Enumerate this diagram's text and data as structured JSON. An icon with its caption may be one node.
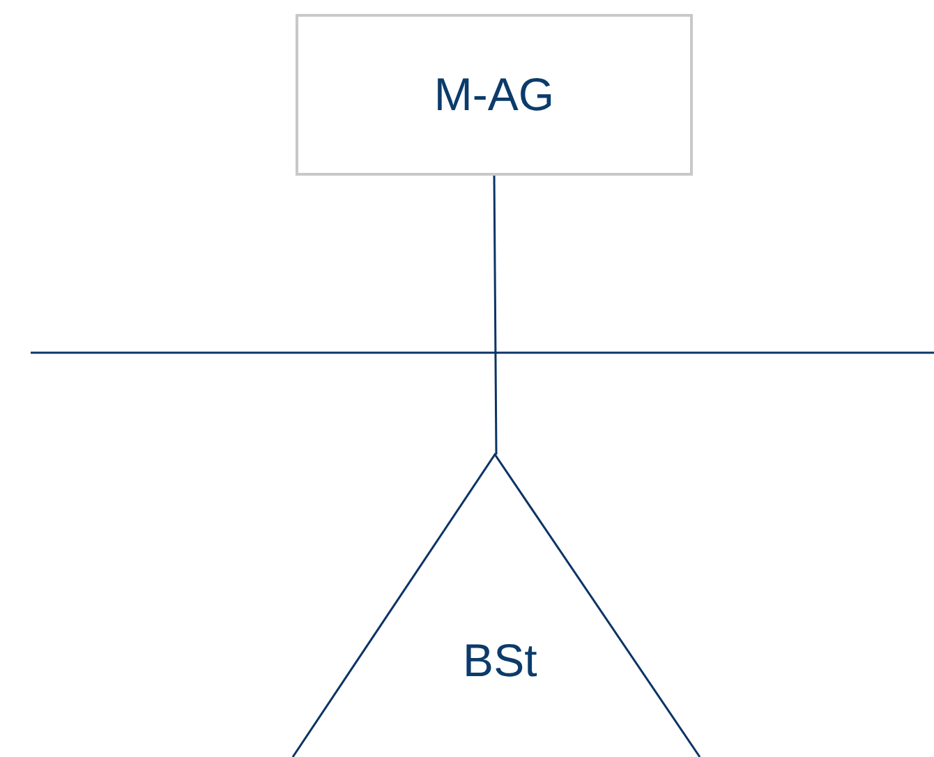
{
  "diagram": {
    "nodes": [
      {
        "text": [
          "M-AG"
        ]
      },
      {
        "text": [
          "BSt"
        ]
      }
    ],
    "edges": [
      {
        "from": 0,
        "to": 1,
        "arrow": "none"
      }
    ]
  }
}
